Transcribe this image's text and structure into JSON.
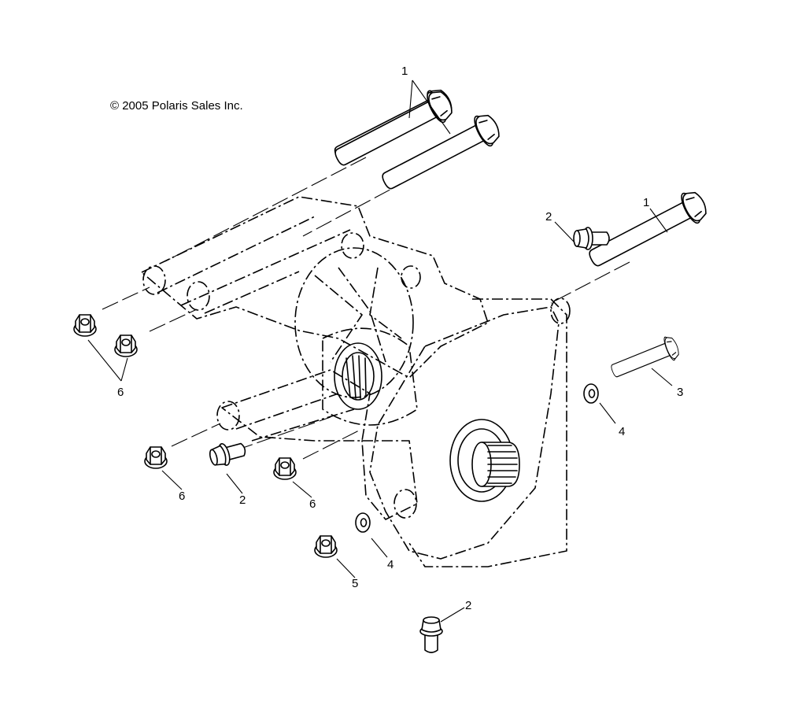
{
  "copyright": "© 2005 Polaris Sales Inc.",
  "callouts": [
    {
      "id": "c1a",
      "label": "1"
    },
    {
      "id": "c1b",
      "label": "1"
    },
    {
      "id": "c2a",
      "label": "2"
    },
    {
      "id": "c2b",
      "label": "2"
    },
    {
      "id": "c2c",
      "label": "2"
    },
    {
      "id": "c3",
      "label": "3"
    },
    {
      "id": "c4a",
      "label": "4"
    },
    {
      "id": "c4b",
      "label": "4"
    },
    {
      "id": "c5",
      "label": "5"
    },
    {
      "id": "c6a",
      "label": "6"
    },
    {
      "id": "c6b",
      "label": "6"
    },
    {
      "id": "c6c",
      "label": "6"
    }
  ]
}
